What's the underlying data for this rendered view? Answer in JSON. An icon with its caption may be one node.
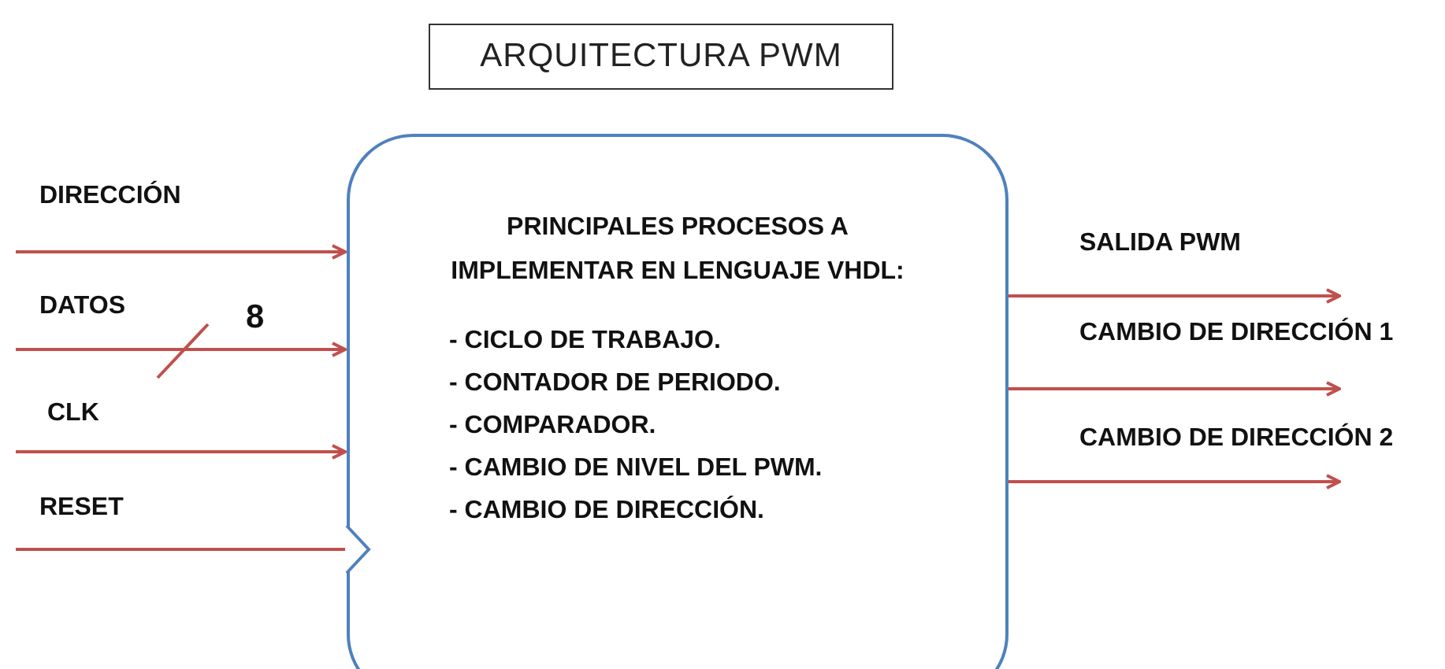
{
  "diagram": {
    "nodes": [
      {
        "text": [
          "ARQUITECTURA PWM"
        ]
      },
      {
        "text": [
          "PRINCIPALES PROCESOS A IMPLEMENTAR EN LENGUAJE VHDL:",
          "- CICLO DE TRABAJO.",
          "- CONTADOR DE PERIODO.",
          "- COMPARADOR.",
          "- CAMBIO DE NIVEL DEL PWM.",
          "- CAMBIO DE DIRECCIÓN."
        ]
      }
    ],
    "edges": [
      {
        "from": null,
        "to": 1,
        "arrow": "to",
        "label": "DIRECCIÓN",
        "color": "#c0504d"
      },
      {
        "from": null,
        "to": 1,
        "arrow": "to",
        "label": "DATOS",
        "color": "#c0504d"
      },
      {
        "from": null,
        "to": 1,
        "arrow": "to",
        "label": "CLK",
        "color": "#c0504d"
      },
      {
        "from": null,
        "to": 1,
        "arrow": "none",
        "label": "RESET",
        "color": "#c0504d"
      },
      {
        "from": 1,
        "to": null,
        "arrow": "to",
        "label": "SALIDA PWM",
        "color": "#c0504d"
      },
      {
        "from": 1,
        "to": null,
        "arrow": "to",
        "label": "CAMBIO DE DIRECCIÓN 1",
        "color": "#c0504d"
      },
      {
        "from": 1,
        "to": null,
        "arrow": "to",
        "label": "CAMBIO DE DIRECCIÓN 2",
        "color": "#c0504d"
      }
    ],
    "labels": [
      "8"
    ]
  }
}
